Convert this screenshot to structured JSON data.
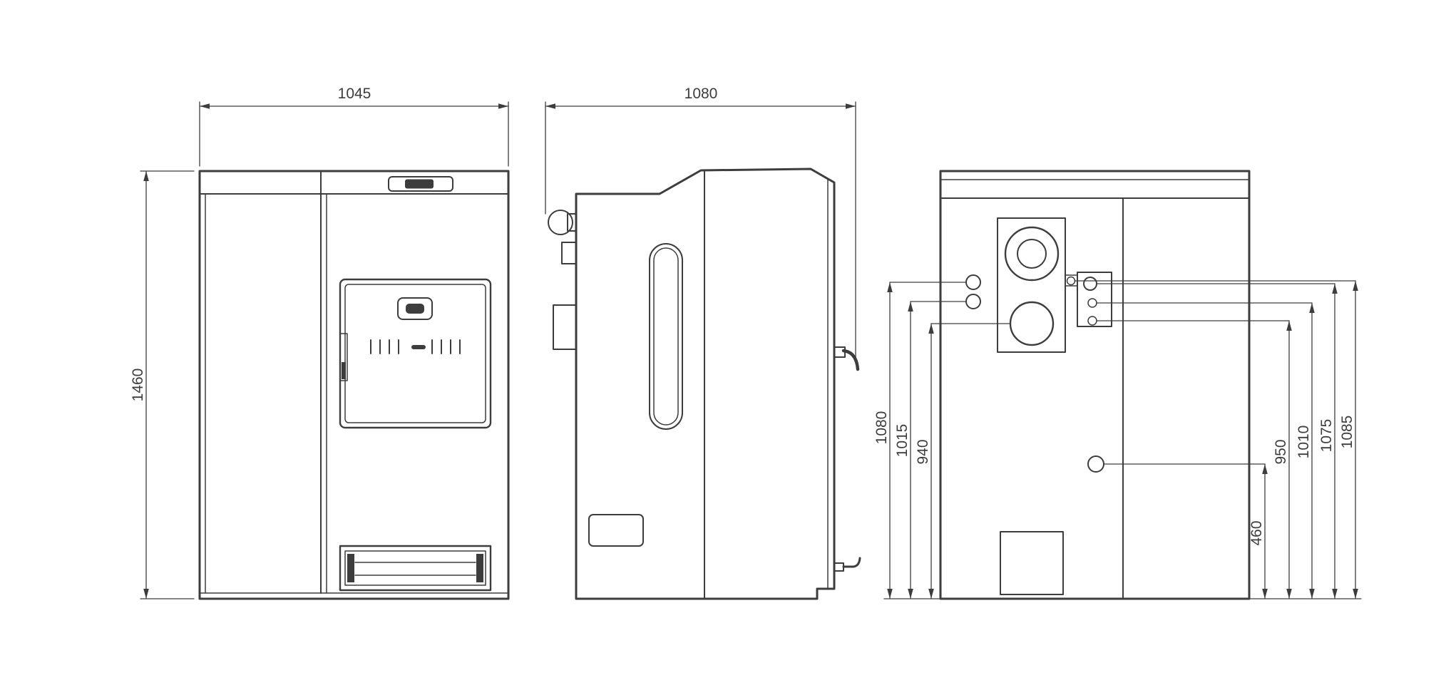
{
  "page": {
    "background": "#ffffff"
  },
  "colors": {
    "line": "#3d3d3d"
  },
  "dimensions": {
    "front_width": "1045",
    "front_height": "1460",
    "side_depth": "1080",
    "rear_left": [
      "1080",
      "1015",
      "940"
    ],
    "rear_right": [
      "460",
      "950",
      "1010",
      "1075",
      "1085"
    ]
  }
}
